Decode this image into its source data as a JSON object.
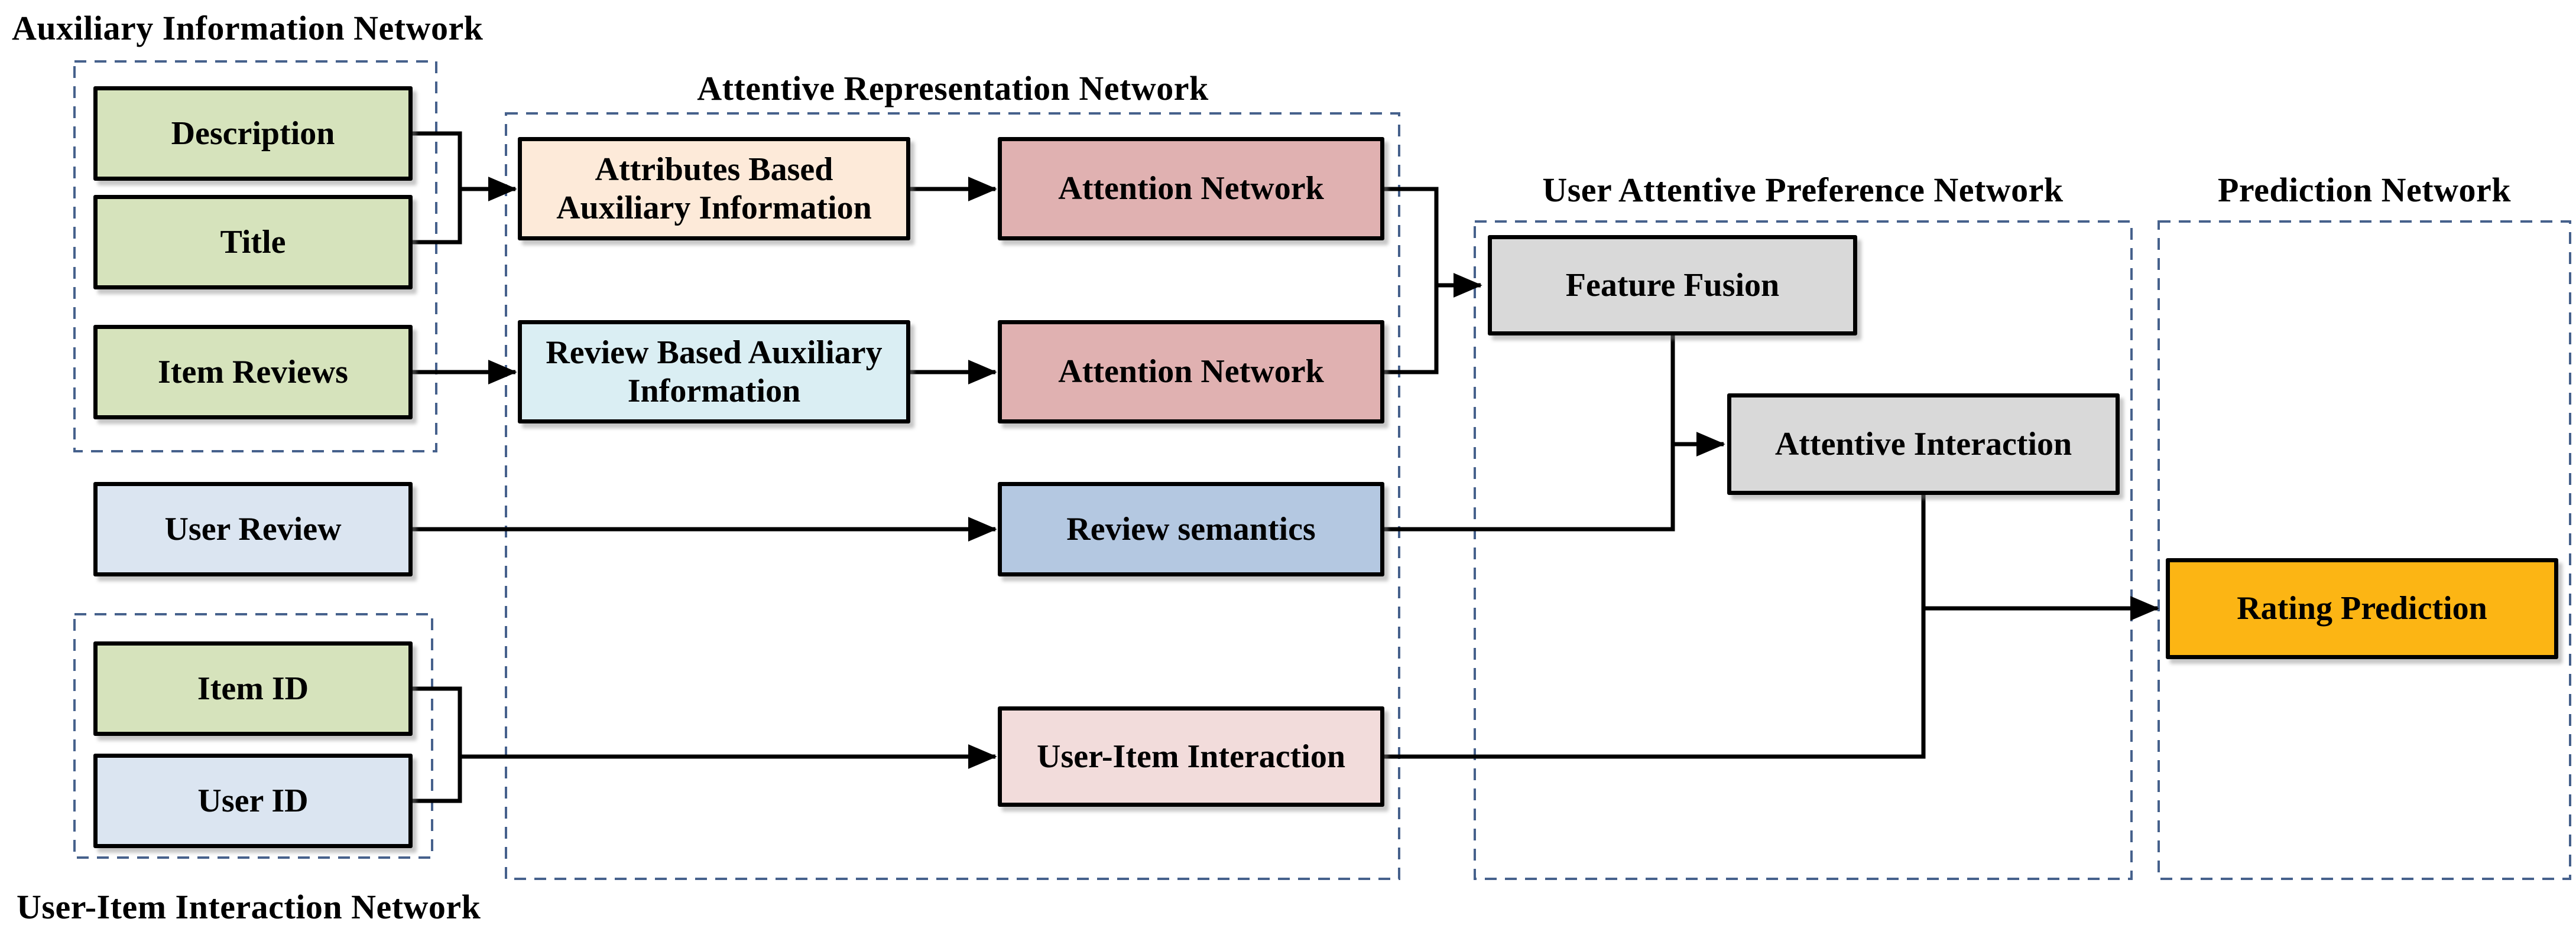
{
  "diagram": {
    "sections": {
      "auxiliary_information_network": {
        "title": "Auxiliary Information Network"
      },
      "attentive_representation_network": {
        "title": "Attentive Representation Network"
      },
      "user_attentive_preference_network": {
        "title": "User Attentive Preference Network"
      },
      "prediction_network": {
        "title": "Prediction Network"
      },
      "user_item_interaction_network": {
        "title": "User-Item Interaction Network"
      }
    },
    "nodes": {
      "description": {
        "label": "Description",
        "fill": "#d6e3bc"
      },
      "title": {
        "label": "Title",
        "fill": "#d6e3bc"
      },
      "item_reviews": {
        "label": "Item Reviews",
        "fill": "#d6e3bc"
      },
      "attributes_based": {
        "label": "Attributes Based Auxiliary Information",
        "fill": "#fdead9"
      },
      "review_based": {
        "label": "Review Based Auxiliary Information",
        "fill": "#daeef3"
      },
      "attention_network_1": {
        "label": "Attention Network",
        "fill": "#e0b1b1"
      },
      "attention_network_2": {
        "label": "Attention Network",
        "fill": "#e0b1b1"
      },
      "user_review": {
        "label": "User Review",
        "fill": "#dbe5f1"
      },
      "review_semantics": {
        "label": "Review semantics",
        "fill": "#b4c8e1"
      },
      "item_id": {
        "label": "Item ID",
        "fill": "#d6e3bc"
      },
      "user_id": {
        "label": "User ID",
        "fill": "#dbe5f1"
      },
      "user_item_interaction": {
        "label": "User-Item Interaction",
        "fill": "#f2dcdb"
      },
      "feature_fusion": {
        "label": "Feature Fusion",
        "fill": "#d9d9d9"
      },
      "attentive_interaction": {
        "label": "Attentive Interaction",
        "fill": "#d9d9d9"
      },
      "rating_prediction": {
        "label": "Rating Prediction",
        "fill": "#fcb514"
      }
    },
    "colors": {
      "dashed_border": "#46618c",
      "line": "#000000",
      "text": "#000000"
    }
  }
}
